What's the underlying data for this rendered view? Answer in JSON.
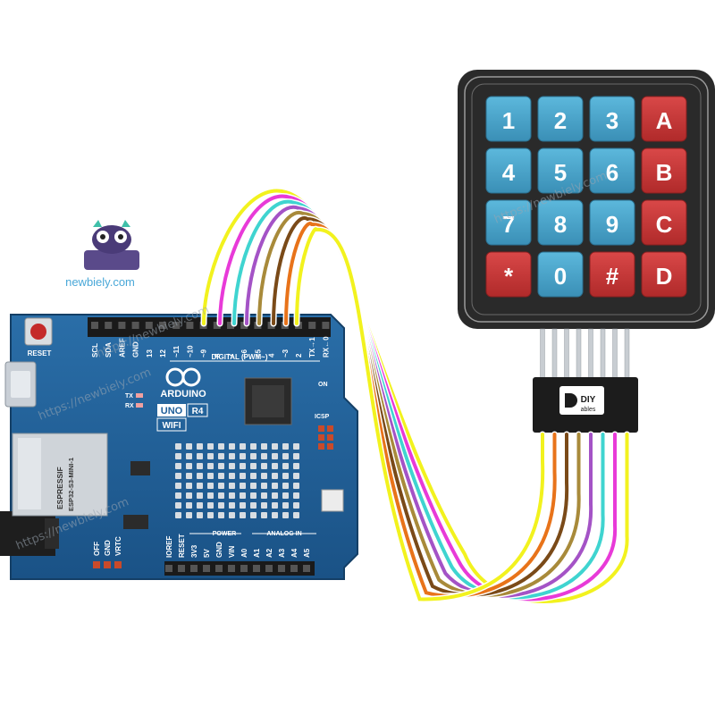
{
  "logo": {
    "site": "newbiely.com"
  },
  "watermarks": [
    "https://newbiely.com",
    "https://newbiely.com",
    "https://newbiely.com",
    "https://newbiely.com"
  ],
  "board": {
    "brand": "ARDUINO",
    "model": "UNO",
    "rev": "R4",
    "variant": "WIFI",
    "reset": "RESET",
    "digital_header": "DIGITAL (PWM~)",
    "top_pins": [
      "SCL",
      "SDA",
      "AREF",
      "GND",
      "13",
      "12",
      "~11",
      "~10",
      "~9",
      "8",
      "7",
      "~6",
      "~5",
      "4",
      "~3",
      "2",
      "TX→1",
      "RX←0"
    ],
    "tx": "TX",
    "rx": "RX",
    "on": "ON",
    "icsp": "ICSP",
    "module_line1": "ESPRESSIF",
    "module_line2": "ESP32-S3-MINI-1",
    "power_header": "POWER",
    "analog_header": "ANALOG IN",
    "bottom_pins": [
      "IOREF",
      "RESET",
      "3V3",
      "5V",
      "GND",
      "VIN",
      "A0",
      "A1",
      "A2",
      "A3",
      "A4",
      "A5"
    ],
    "left_pins": [
      "OFF",
      "GND",
      "VRTC"
    ]
  },
  "keypad": {
    "rows": [
      [
        "1",
        "2",
        "3",
        "A"
      ],
      [
        "4",
        "5",
        "6",
        "B"
      ],
      [
        "7",
        "8",
        "9",
        "C"
      ],
      [
        "*",
        "0",
        "#",
        "D"
      ]
    ],
    "connector_brand": "DIY",
    "connector_sub": "ables"
  },
  "colors": {
    "wires": [
      "#f2f21e",
      "#e83ad8",
      "#3fd4d0",
      "#a453c6",
      "#a88a3a",
      "#7a4a18",
      "#e8731a",
      "#f2f21e"
    ],
    "board": "#1f5f9a",
    "key_blue": "#4aa3c8",
    "key_red": "#c93a3a"
  }
}
